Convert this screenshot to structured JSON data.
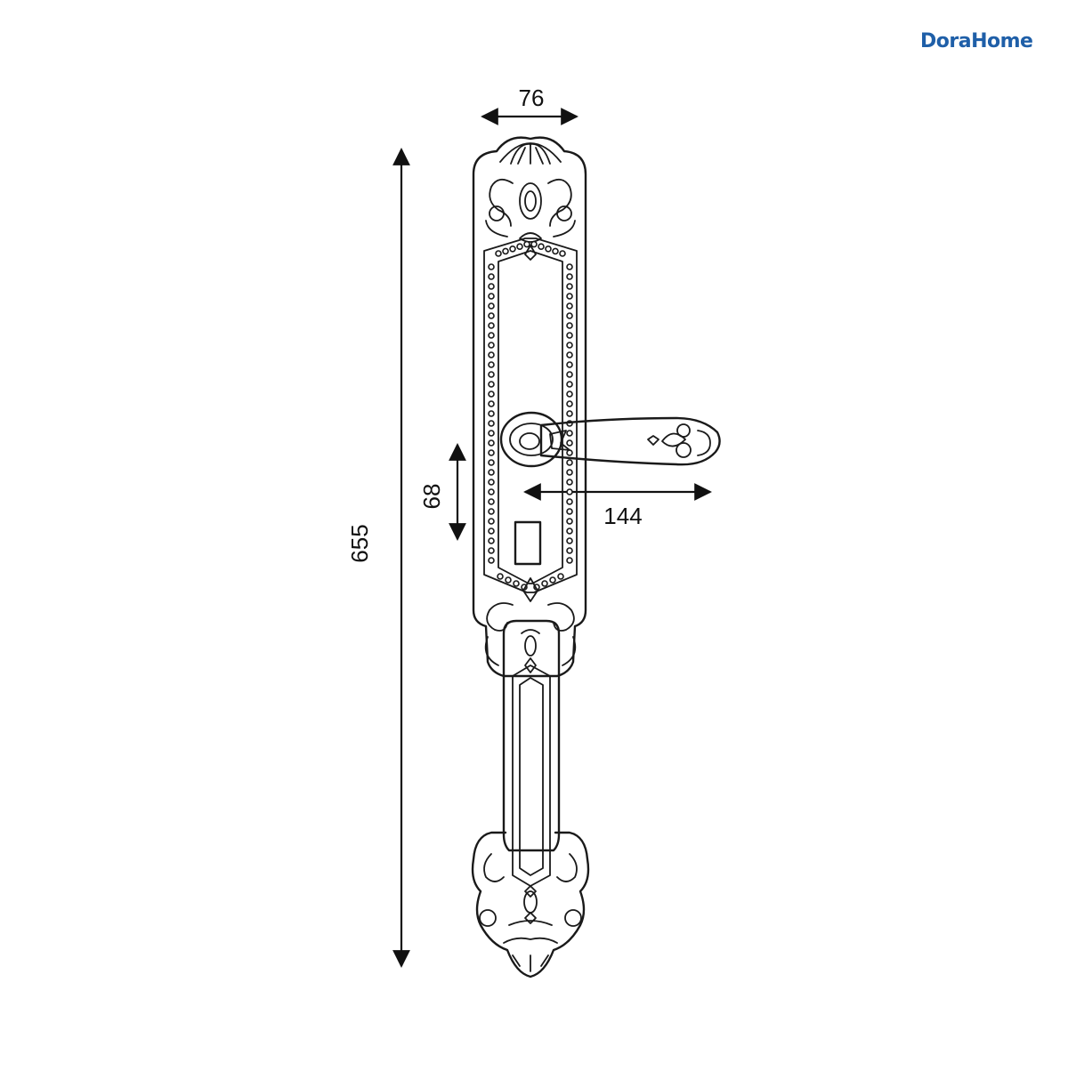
{
  "brand": {
    "name": "DoraHome",
    "color": "#1f5fa8"
  },
  "dimensions": {
    "width": "76",
    "height": "655",
    "handle_center": "68",
    "handle_length": "144"
  },
  "colors": {
    "line": "#1a1a1a",
    "background": "#ffffff"
  }
}
